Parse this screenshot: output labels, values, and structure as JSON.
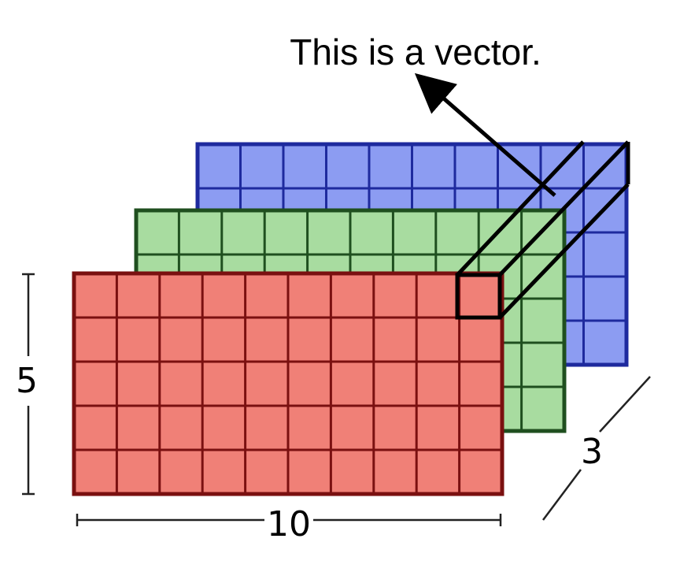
{
  "caption": "This is a vector.",
  "dimensions": {
    "height": "5",
    "width": "10",
    "depth": "3"
  },
  "grid": {
    "rows": 5,
    "cols": 10
  },
  "layers": [
    {
      "name": "blue-layer",
      "fill": "#8c9cf2",
      "stroke": "#1e2a9e"
    },
    {
      "name": "green-layer",
      "fill": "#a8dca0",
      "stroke": "#1f4f1f"
    },
    {
      "name": "red-layer",
      "fill": "#f08077",
      "stroke": "#7a1010"
    }
  ],
  "colors": {
    "highlight": "#000000"
  }
}
